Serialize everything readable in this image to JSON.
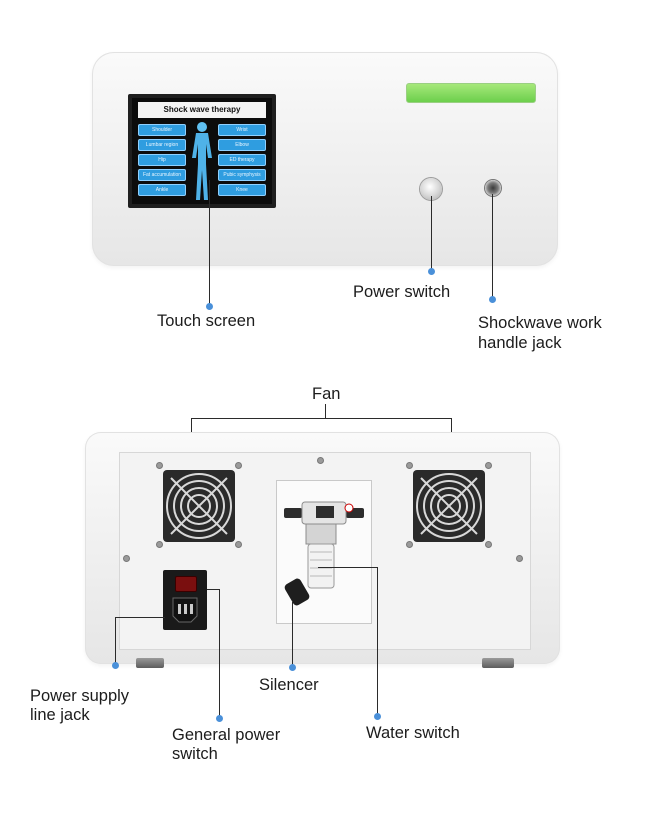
{
  "front": {
    "screen_title": "Shock wave therapy",
    "screen_buttons_left": [
      "Shoulder",
      "Lumbar region",
      "Hip",
      "Fat accumulation",
      "Ankle"
    ],
    "screen_buttons_right": [
      "Wrist",
      "Elbow",
      "ED therapy",
      "Pubic symphysis",
      "Knee"
    ],
    "labels": {
      "touch_screen": "Touch screen",
      "power_switch": "Power switch",
      "handle_jack_line1": "Shockwave work",
      "handle_jack_line2": "handle jack"
    }
  },
  "back": {
    "labels": {
      "fan": "Fan",
      "power_supply_line1": "Power supply",
      "power_supply_line2": "line jack",
      "general_power_line1": "General power",
      "general_power_line2": "switch",
      "silencer": "Silencer",
      "water_switch": "Water switch"
    }
  },
  "colors": {
    "callout_dot": "#4a90d9",
    "screen_button": "#2f9de0",
    "status_bar": "#7ed957"
  }
}
